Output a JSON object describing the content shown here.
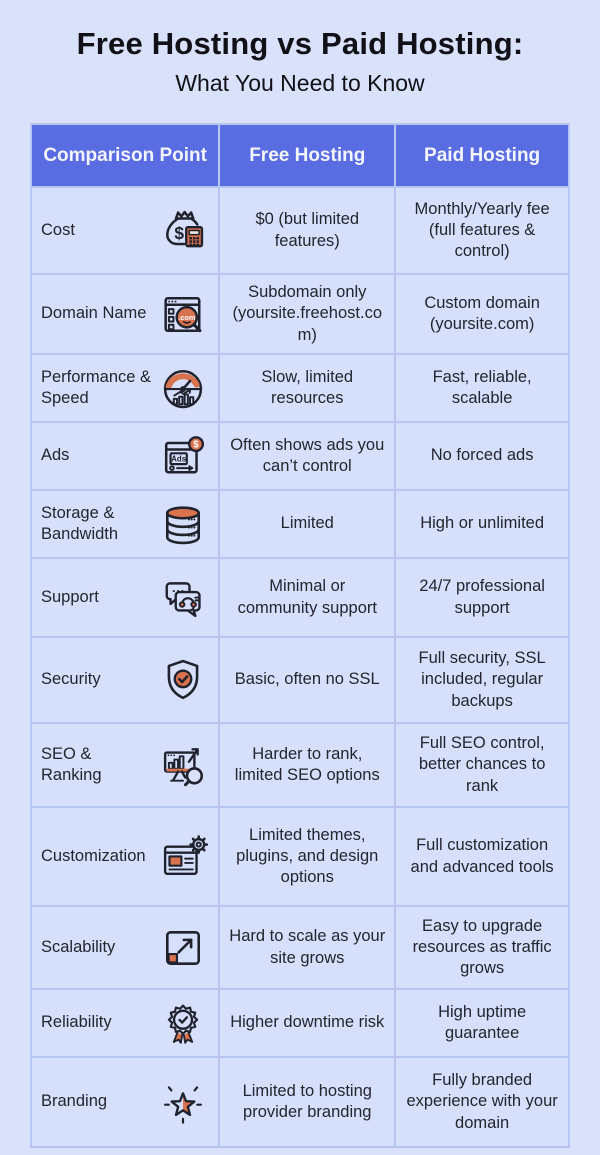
{
  "title": "Free Hosting vs Paid Hosting:",
  "subtitle": "What You Need to Know",
  "colors": {
    "page_bg": "#d9e1fb",
    "cell_bg": "#d6dffb",
    "header_bg": "#5a6ce2",
    "header_text": "#f2f5fd",
    "border": "#b7c5f1",
    "title_text": "#101016",
    "body_text": "#23262f",
    "accent": "#d9734e",
    "icon_line": "#20222e"
  },
  "table": {
    "headers": [
      "Comparison Point",
      "Free Hosting",
      "Paid Hosting"
    ],
    "rows": [
      {
        "point": "Cost",
        "icon": "money-bag-calculator-icon",
        "free": "$0 (but limited features)",
        "paid": "Monthly/Yearly fee (full features & control)"
      },
      {
        "point": "Domain Name",
        "icon": "domain-com-search-icon",
        "free": "Subdomain only (yoursite.freehost.com)",
        "paid": "Custom domain (yoursite.com)"
      },
      {
        "point": "Performance & Speed",
        "icon": "speed-gauge-icon",
        "free": "Slow, limited resources",
        "paid": "Fast, reliable, scalable"
      },
      {
        "point": "Ads",
        "icon": "ads-browser-icon",
        "free": "Often shows ads you can’t control",
        "paid": "No forced ads"
      },
      {
        "point": "Storage & Bandwidth",
        "icon": "database-icon",
        "free": "Limited",
        "paid": "High or unlimited"
      },
      {
        "point": "Support",
        "icon": "support-chat-icon",
        "free": "Minimal or community support",
        "paid": "24/7 professional support"
      },
      {
        "point": "Security",
        "icon": "shield-check-icon",
        "free": "Basic, often no SSL",
        "paid": "Full security, SSL included, regular backups"
      },
      {
        "point": "SEO & Ranking",
        "icon": "seo-analytics-icon",
        "free": "Harder to rank, limited SEO options",
        "paid": "Full SEO control, better chances to rank"
      },
      {
        "point": "Customization",
        "icon": "customization-gear-icon",
        "free": "Limited themes, plugins, and design options",
        "paid": "Full customization and advanced tools"
      },
      {
        "point": "Scalability",
        "icon": "scale-expand-icon",
        "free": "Hard to scale as your site grows",
        "paid": "Easy to upgrade resources as traffic grows"
      },
      {
        "point": "Reliability",
        "icon": "award-badge-icon",
        "free": "Higher downtime risk",
        "paid": "High uptime guarantee"
      },
      {
        "point": "Branding",
        "icon": "star-sparkle-icon",
        "free": "Limited to hosting provider branding",
        "paid": "Fully branded experience with your domain"
      }
    ]
  }
}
